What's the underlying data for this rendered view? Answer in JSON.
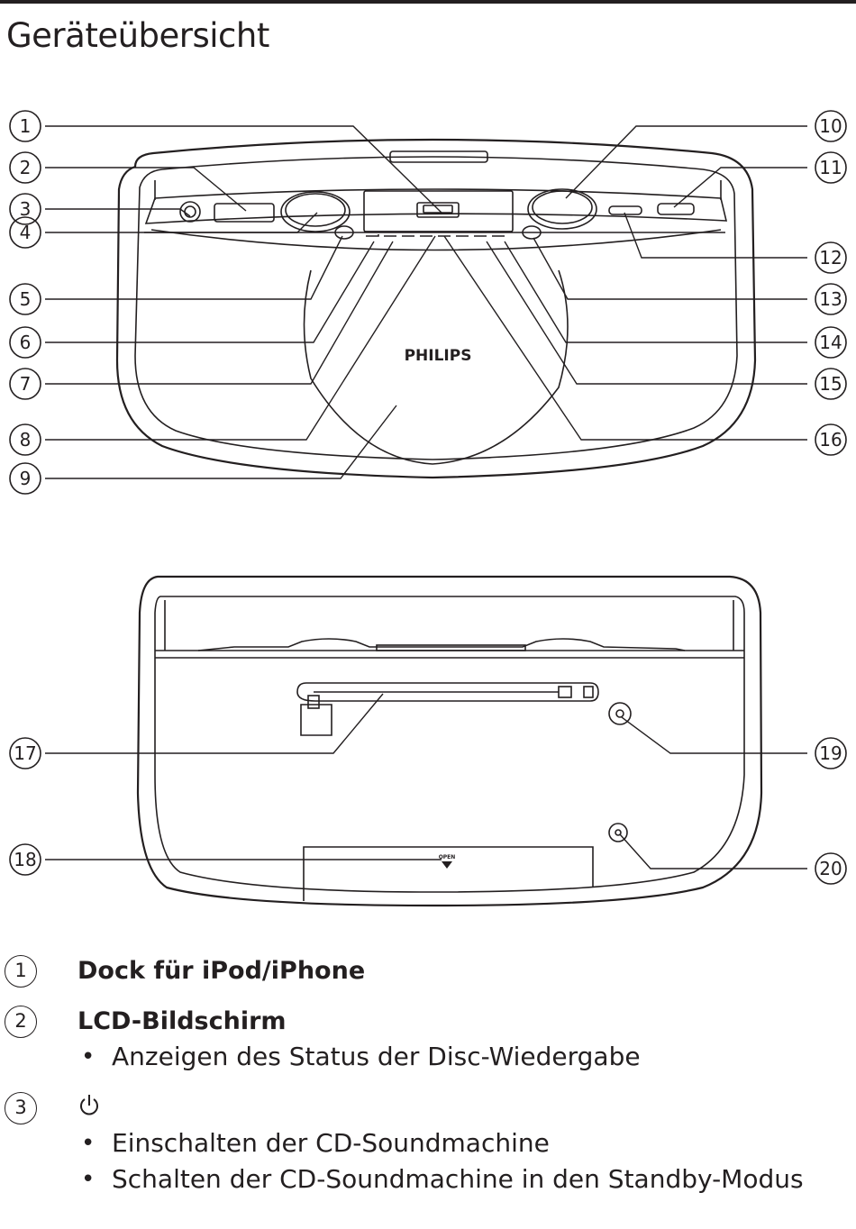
{
  "page": {
    "title": "Geräteübersicht"
  },
  "diagram": {
    "brand": "PHILIPS",
    "open_label": "OPEN",
    "callouts_left": [
      "1",
      "2",
      "3",
      "4",
      "5",
      "6",
      "7",
      "8",
      "9"
    ],
    "callouts_right": [
      "10",
      "11",
      "12",
      "13",
      "14",
      "15",
      "16"
    ],
    "callouts_back_left": [
      "17",
      "18"
    ],
    "callouts_back_right": [
      "19",
      "20"
    ]
  },
  "legend": {
    "items": [
      {
        "num": "1",
        "title": "Dock für iPod/iPhone",
        "bullets": []
      },
      {
        "num": "2",
        "title": "LCD-Bildschirm",
        "bullets": [
          "Anzeigen des Status der Disc-Wiedergabe"
        ]
      },
      {
        "num": "3",
        "icon": "power-icon",
        "bullets": [
          "Einschalten der CD-Soundmachine",
          "Schalten der CD-Soundmachine in den Standby-Modus"
        ]
      }
    ]
  },
  "colors": {
    "ink": "#231f20",
    "background": "#ffffff"
  }
}
